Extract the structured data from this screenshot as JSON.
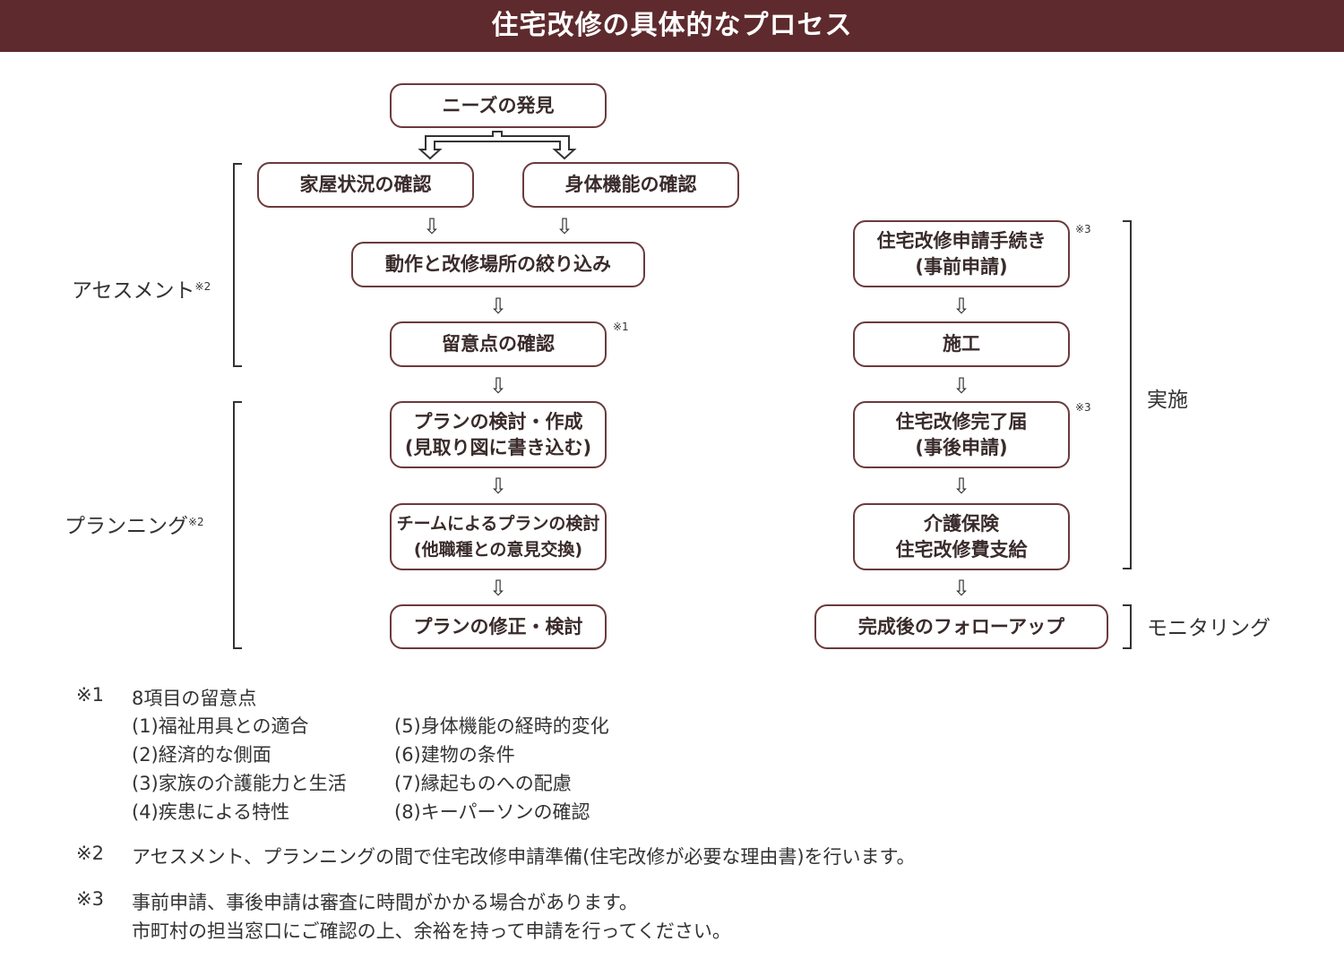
{
  "title": "住宅改修の具体的なプロセス",
  "left_flow": {
    "needs": "ニーズの発見",
    "house": "家屋状況の確認",
    "body": "身体機能の確認",
    "narrow": "動作と改修場所の絞り込み",
    "points": "留意点の確認",
    "points_note": "※1",
    "plan_l1": "プランの検討・作成",
    "plan_l2": "(見取り図に書き込む)",
    "team_l1": "チームによるプランの検討",
    "team_l2": "(他職種との意見交換)",
    "revise": "プランの修正・検討"
  },
  "right_flow": {
    "apply_l1": "住宅改修申請手続き",
    "apply_l2": "(事前申請)",
    "apply_note": "※3",
    "construct": "施工",
    "done_l1": "住宅改修完了届",
    "done_l2": "(事後申請)",
    "done_note": "※3",
    "pay_l1": "介護保険",
    "pay_l2": "住宅改修費支給",
    "follow": "完成後のフォローアップ"
  },
  "phases": {
    "assessment": "アセスメント",
    "assessment_note": "※2",
    "planning": "プランニング",
    "planning_note": "※2",
    "implementation": "実施",
    "monitoring": "モニタリング"
  },
  "footnotes": {
    "n1_mark": "※1",
    "n1_title": "8項目の留意点",
    "n1_items": [
      "(1)福祉用具との適合",
      "(2)経済的な側面",
      "(3)家族の介護能力と生活",
      "(4)疾患による特性",
      "(5)身体機能の経時的変化",
      "(6)建物の条件",
      "(7)縁起ものへの配慮",
      "(8)キーパーソンの確認"
    ],
    "n2_mark": "※2",
    "n2_text": "アセスメント、プランニングの間で住宅改修申請準備(住宅改修が必要な理由書)を行います。",
    "n3_mark": "※3",
    "n3_l1": "事前申請、事後申請は審査に時間がかかる場合があります。",
    "n3_l2": "市町村の担当窓口にご確認の上、余裕を持って申請を行ってください。"
  },
  "arrow_glyph": "⇩"
}
